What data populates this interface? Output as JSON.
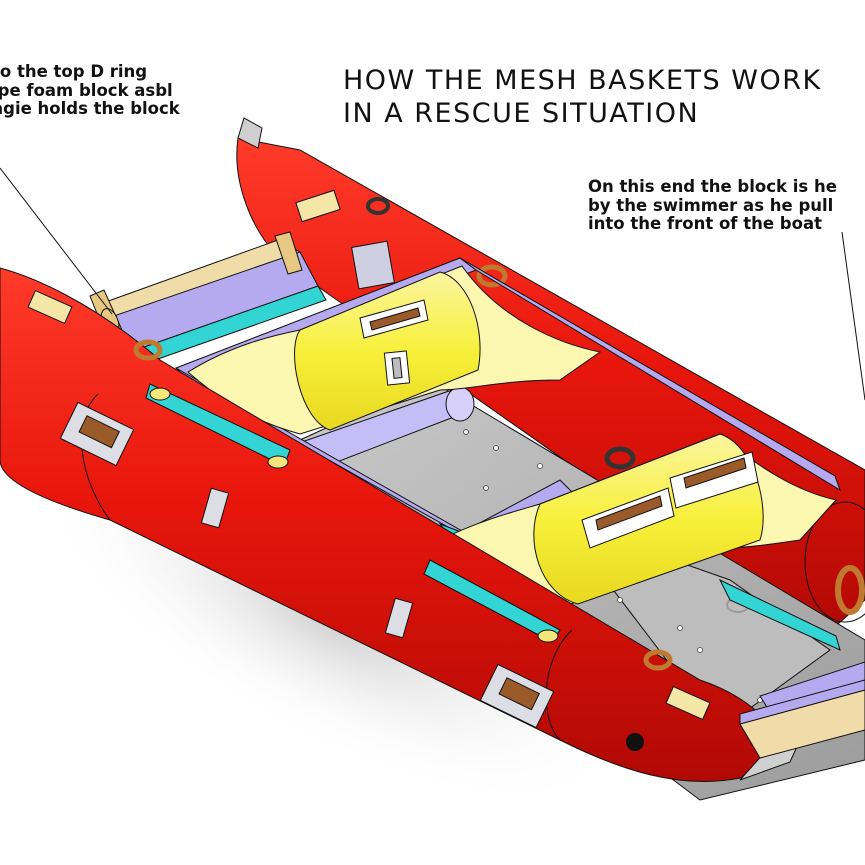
{
  "title": {
    "line1": "HOW THE MESH BASKETS WORK",
    "line2": "IN A RESCUE SITUATION"
  },
  "note_left": {
    "line1": " to the top D ring",
    "line2": "ipe foam block asbl",
    "line3": "agie holds the block"
  },
  "note_right": {
    "line1": "On this end the block is he",
    "line2": "by the swimmer as he pull",
    "line3": "into the front of the boat"
  },
  "colors": {
    "pontoon": "#e8160c",
    "pontoon_shadow": "#a80804",
    "yellow_block": "#f7f03a",
    "yellow_light": "#fbf6b0",
    "mesh_floor": "#b4b4b4",
    "frame_blue": "#b5aaf0",
    "frame_cyan": "#33d4d4",
    "frame_tan": "#f0dca8",
    "handle_orange": "#d28a3c",
    "outline": "#111111"
  }
}
